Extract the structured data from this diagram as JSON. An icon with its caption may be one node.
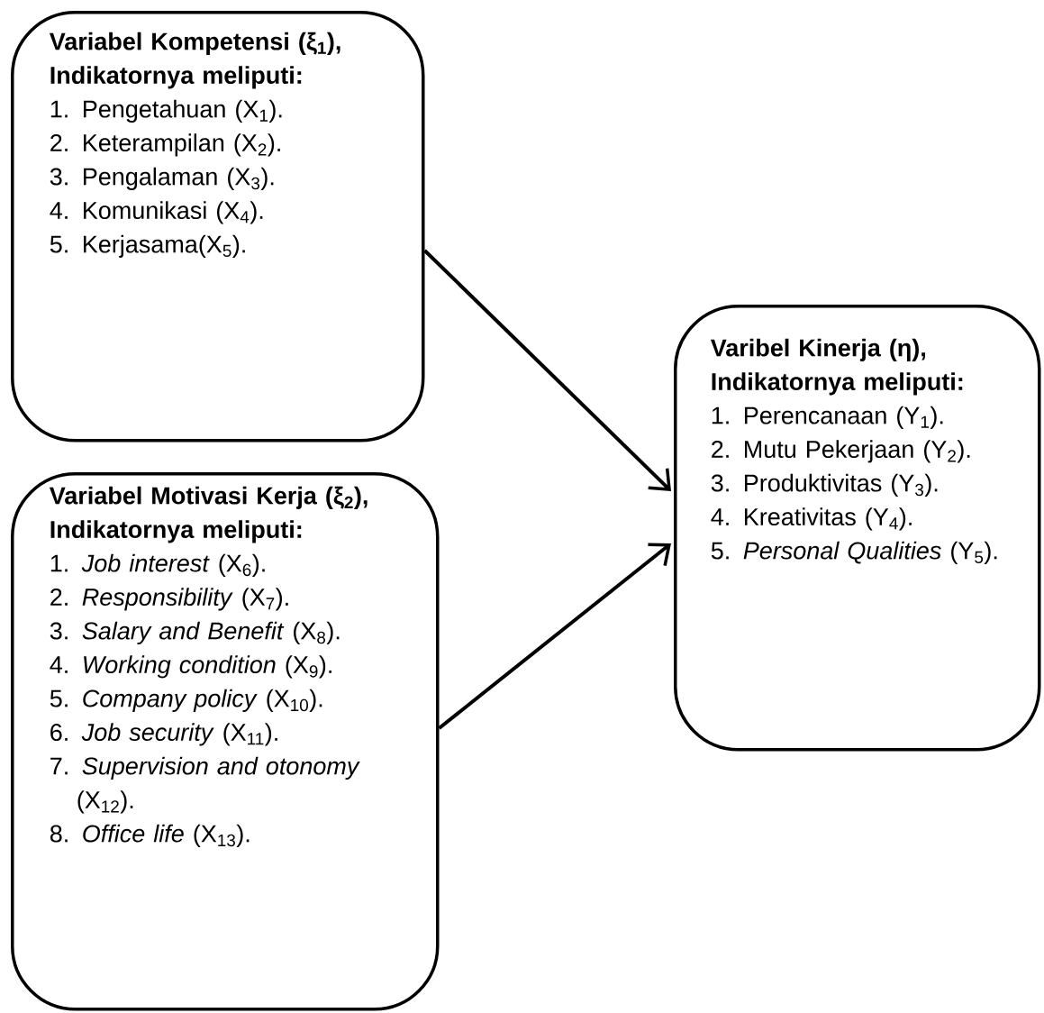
{
  "diagram": {
    "nodes": [
      {
        "text": [
          "Variabel Kompetensi (ξ$_{1}$), Indikatornya meliputi:",
          "1. Pengetahuan (X$_{1}$).",
          "2. Keterampilan (X$_{2}$).",
          "3. Pengalaman (X$_{3}$).",
          "4. Komunikasi (X$_{4}$).",
          "5. Kerjasama(X$_{5}$)."
        ]
      },
      {
        "text": [
          "Variabel Motivasi Kerja (ξ$_{2}$), Indikatornya meliputi:",
          "1. *Job interest* (X$_{6}$).",
          "2. *Responsibility* (X$_{7}$).",
          "3. *Salary and Benefit* (X$_{8}$).",
          "4. *Working condition* (X$_{9}$).",
          "5. *Company policy* (X$_{10}$).",
          "6. *Job security* (X$_{11}$).",
          "7. *Supervision and otonomy* (X$_{12}$).",
          "8. *Office life* (X$_{13}$)."
        ]
      },
      {
        "text": [
          "Varibel Kinerja (η), Indikatornya meliputi:",
          "1. Perencanaan (Y$_{1}$).",
          "2. Mutu Pekerjaan (Y$_{2}$).",
          "3. Produktivitas (Y$_{3}$).",
          "4. Kreativitas (Y$_{4}$).",
          "5. *Personal Qualities* (Y$_{5}$)."
        ]
      }
    ],
    "edges": [
      {
        "from": 0,
        "to": 2,
        "arrow": "to"
      },
      {
        "from": 1,
        "to": 2,
        "arrow": "to"
      }
    ]
  }
}
